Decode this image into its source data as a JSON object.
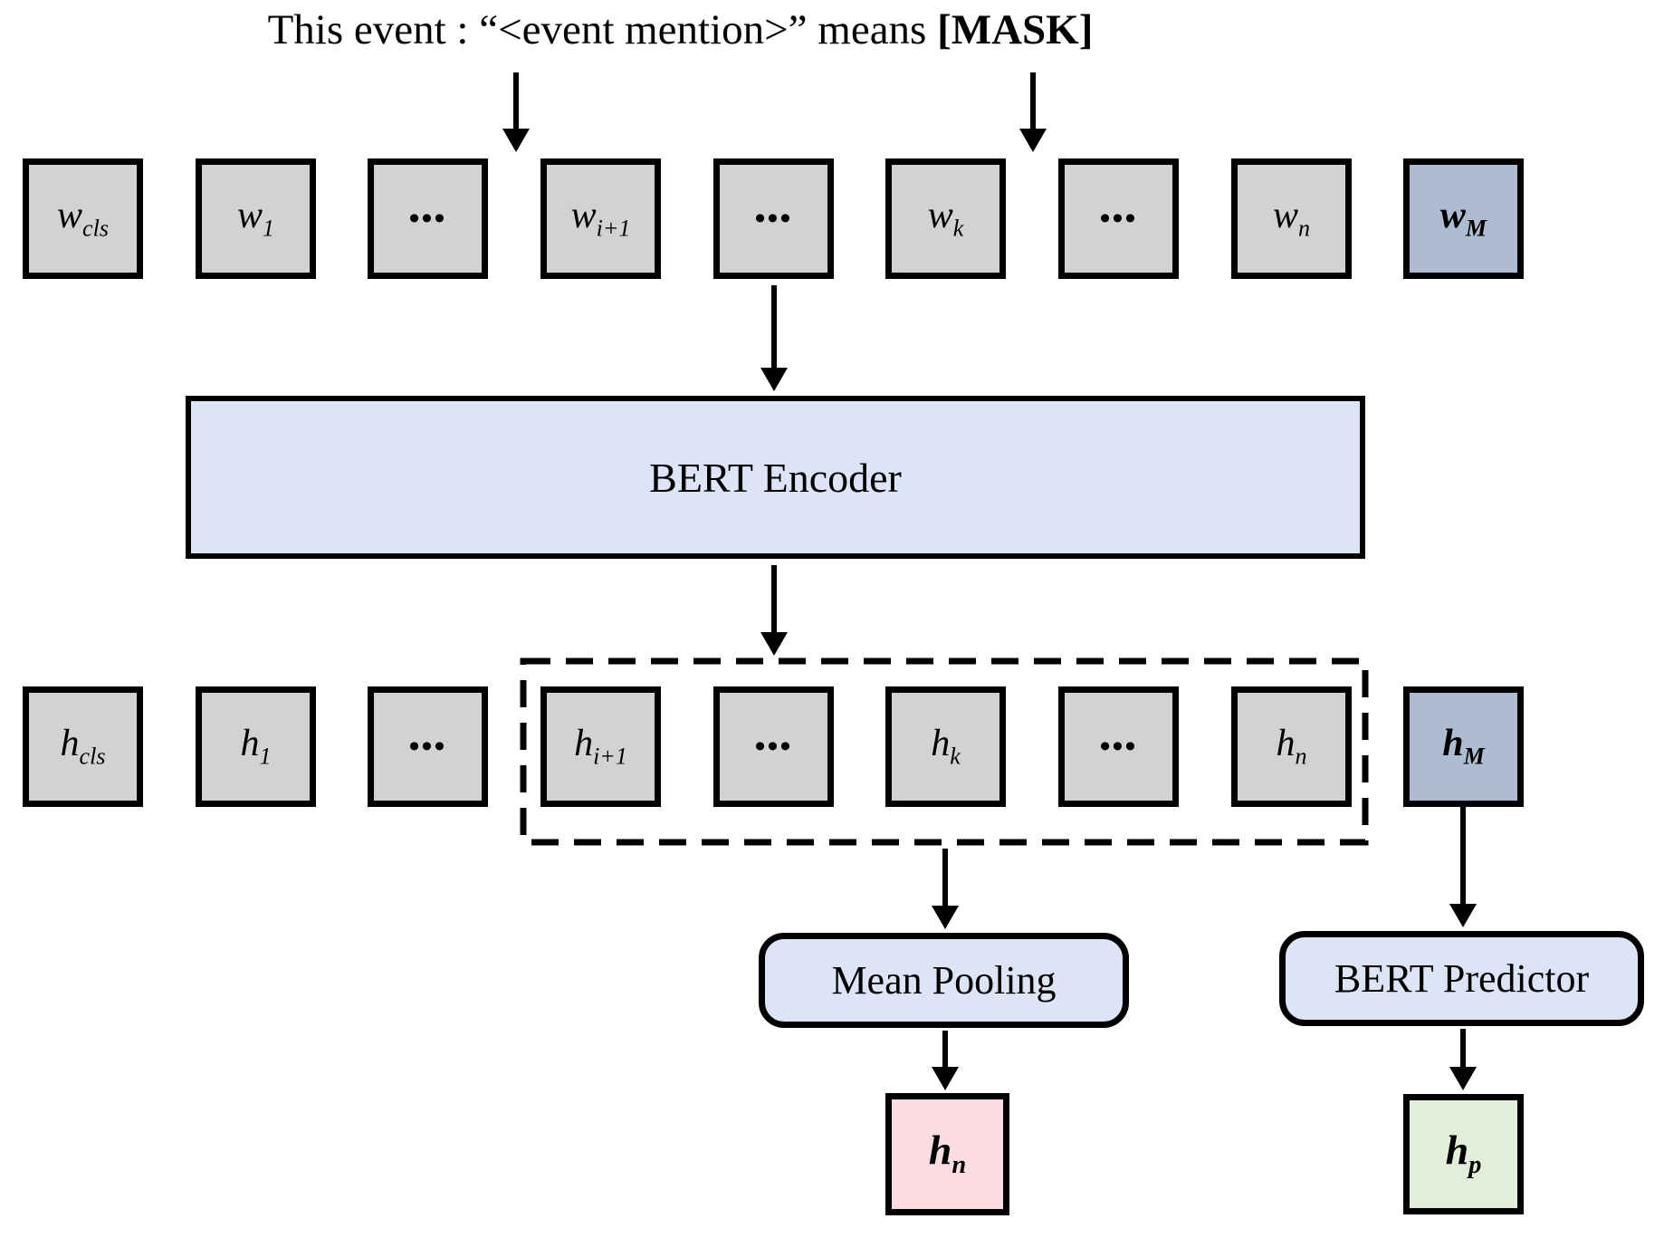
{
  "title": {
    "text_before_mask": "This event : “<event mention>” means ",
    "mask_text": "[MASK]"
  },
  "input_row": {
    "tokens": [
      {
        "base": "w",
        "sub": "cls"
      },
      {
        "base": "w",
        "sub": "1"
      },
      {
        "base": "•••",
        "sub": ""
      },
      {
        "base": "w",
        "sub": "i+1"
      },
      {
        "base": "•••",
        "sub": ""
      },
      {
        "base": "w",
        "sub": "k"
      },
      {
        "base": "•••",
        "sub": ""
      },
      {
        "base": "w",
        "sub": "n"
      },
      {
        "base": "w",
        "sub": "M"
      }
    ]
  },
  "encoder": {
    "label": "BERT Encoder"
  },
  "hidden_row": {
    "tokens": [
      {
        "base": "h",
        "sub": "cls"
      },
      {
        "base": "h",
        "sub": "1"
      },
      {
        "base": "•••",
        "sub": ""
      },
      {
        "base": "h",
        "sub": "i+1"
      },
      {
        "base": "•••",
        "sub": ""
      },
      {
        "base": "h",
        "sub": "k"
      },
      {
        "base": "•••",
        "sub": ""
      },
      {
        "base": "h",
        "sub": "n"
      },
      {
        "base": "h",
        "sub": "M"
      }
    ]
  },
  "pooling": {
    "label": "Mean Pooling"
  },
  "predictor": {
    "label": "BERT Predictor"
  },
  "outputs": {
    "pooled": {
      "base": "h",
      "sub": "n"
    },
    "predicted": {
      "base": "h",
      "sub": "p"
    }
  },
  "colors": {
    "token_fill": "#d2d2d2",
    "mask_token_fill": "#aebcd1",
    "module_fill": "#dce4f5",
    "pooled_output_fill": "#fadce2",
    "predicted_output_fill": "#e3eeda",
    "border": "#000000"
  }
}
